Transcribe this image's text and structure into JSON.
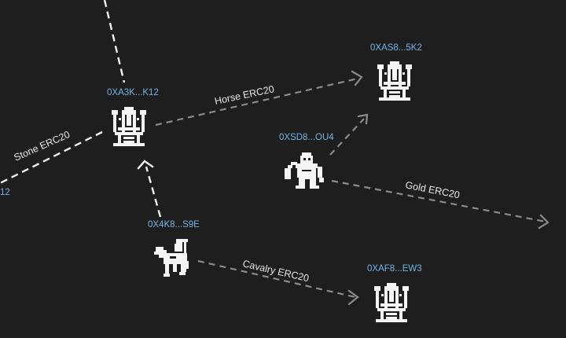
{
  "colors": {
    "background": "#1e1e1f",
    "address": "#6fb6e6",
    "edge_primary": "#f2f2f2",
    "edge_secondary": "#8b8b8b",
    "label": "#e8e8e8"
  },
  "nodes": [
    {
      "id": "a3k",
      "address": "0XA3K...K12",
      "icon": "castle-icon"
    },
    {
      "id": "as8",
      "address": "0XAS8...5K2",
      "icon": "castle-icon"
    },
    {
      "id": "sd8",
      "address": "0XSD8...OU4",
      "icon": "warrior-icon"
    },
    {
      "id": "k8s",
      "address": "0X4K8...S9E",
      "icon": "cavalry-icon"
    },
    {
      "id": "af8",
      "address": "0XAF8...EW3",
      "icon": "castle-icon"
    },
    {
      "id": "edge_left",
      "address": "12",
      "icon": "none"
    }
  ],
  "edges": [
    {
      "id": "stone",
      "label": "Stone ERC20"
    },
    {
      "id": "horse",
      "label": "Horse ERC20"
    },
    {
      "id": "gold",
      "label": "Gold ERC20"
    },
    {
      "id": "cavalry",
      "label": "Cavalry ERC20"
    }
  ]
}
